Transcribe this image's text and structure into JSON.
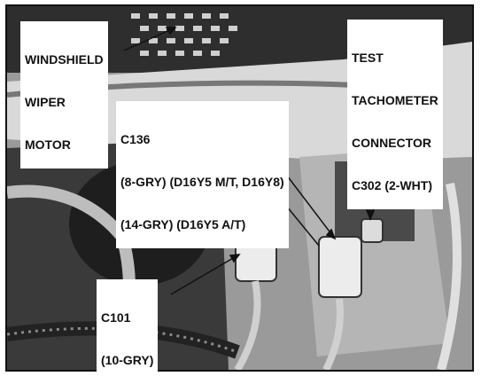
{
  "callouts": {
    "wiper_motor": [
      "WINDSHIELD",
      "WIPER",
      "MOTOR"
    ],
    "tach_connector": [
      "TEST",
      "TACHOMETER",
      "CONNECTOR",
      "C302 (2-WHT)"
    ],
    "c136": [
      "C136",
      "(8-GRY) (D16Y5 M/T, D16Y8)",
      "(14-GRY) (D16Y5 A/T)"
    ],
    "c101": [
      "C101",
      "(10-GRY)"
    ]
  }
}
